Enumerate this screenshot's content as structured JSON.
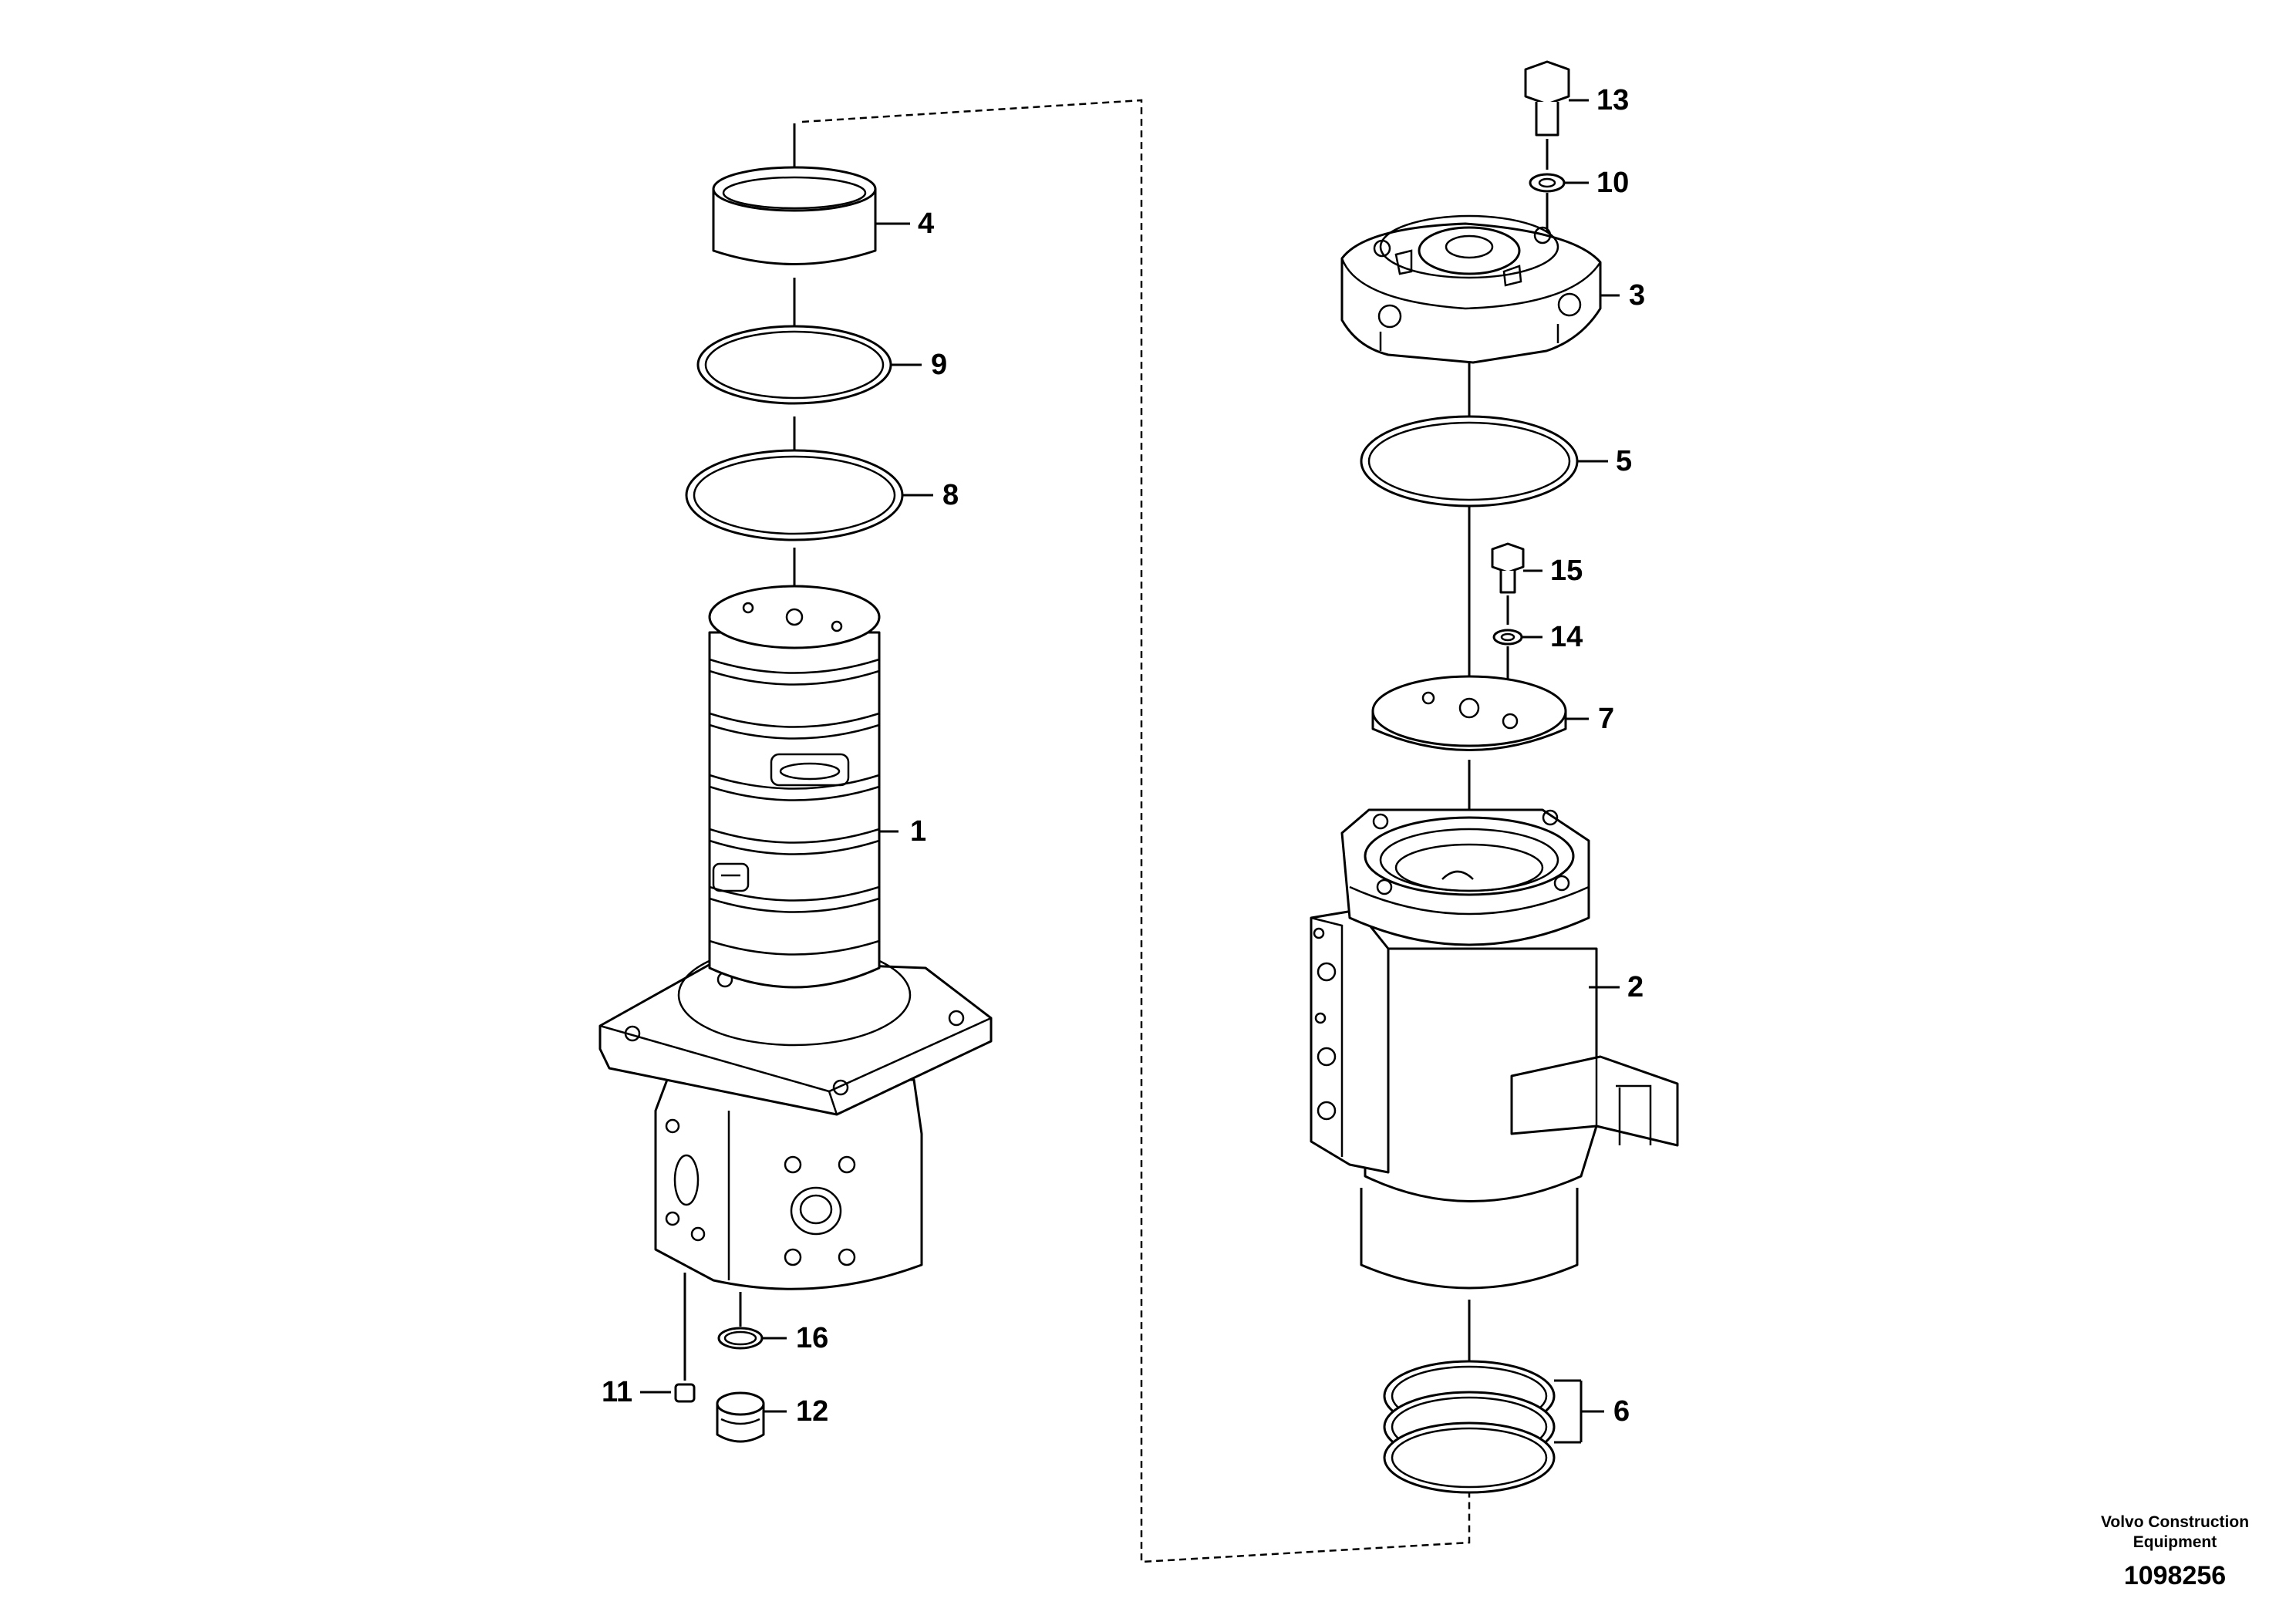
{
  "diagram": {
    "callouts": [
      "1",
      "2",
      "3",
      "4",
      "5",
      "6",
      "7",
      "8",
      "9",
      "10",
      "11",
      "12",
      "13",
      "14",
      "15",
      "16"
    ],
    "credit": {
      "line1": "Volvo Construction",
      "line2": "Equipment"
    },
    "drawing_number": "1098256"
  }
}
